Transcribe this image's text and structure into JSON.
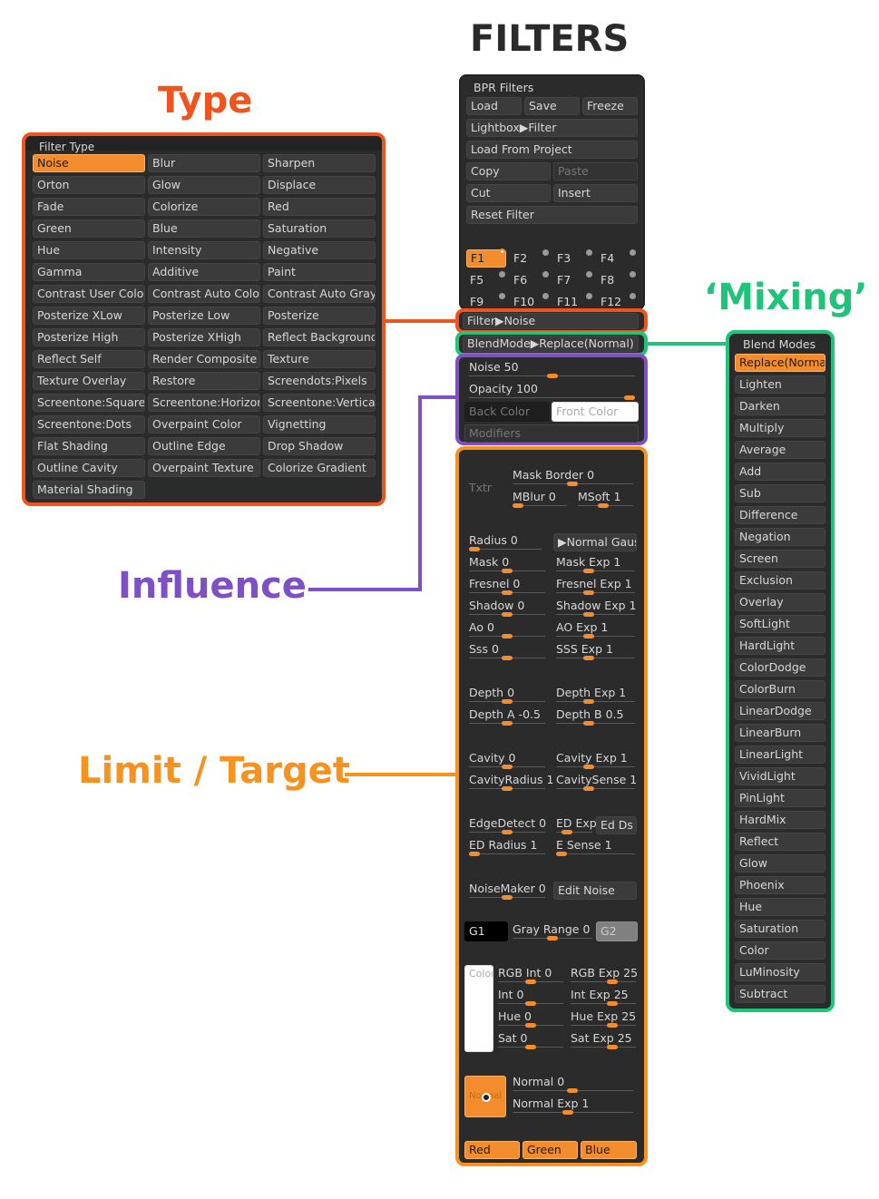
{
  "headings": {
    "filters": "FILTERS",
    "type": "Type",
    "mixing": "‘Mixing’",
    "influence": "Influence",
    "limit_target": "Limit / Target"
  },
  "colors": {
    "type_orange": "#f0541e",
    "mixing_green": "#1fc47a",
    "influence_purple": "#7e4fc6",
    "limit_orange": "#f7921e",
    "selected_button": "#f28c2c"
  },
  "filter_type": {
    "title": "Filter Type",
    "items": [
      "Noise",
      "Blur",
      "Sharpen",
      "Orton",
      "Glow",
      "Displace",
      "Fade",
      "Colorize",
      "Red",
      "Green",
      "Blue",
      "Saturation",
      "Hue",
      "Intensity",
      "Negative",
      "Gamma",
      "Additive",
      "Paint",
      "Contrast User Color",
      "Contrast Auto Color",
      "Contrast Auto Gray",
      "Posterize XLow",
      "Posterize Low",
      "Posterize",
      "Posterize High",
      "Posterize XHigh",
      "Reflect Background",
      "Reflect Self",
      "Render Composite",
      "Texture",
      "Texture Overlay",
      "Restore",
      "Screendots:Pixels",
      "Screentone:Square",
      "Screentone:Horizontal",
      "Screentone:Vertical",
      "Screentone:Dots",
      "Overpaint Color",
      "Vignetting",
      "Flat Shading",
      "Outline Edge",
      "Drop Shadow",
      "Outline Cavity",
      "Overpaint Texture",
      "Colorize Gradient",
      "Material Shading"
    ],
    "selected": "Noise"
  },
  "bpr": {
    "title": "BPR Filters",
    "load": "Load",
    "save": "Save",
    "freeze": "Freeze",
    "lightbox": "Lightbox▶Filter",
    "load_project": "Load From Project",
    "copy": "Copy",
    "paste": "Paste",
    "cut": "Cut",
    "insert": "Insert",
    "reset": "Reset Filter",
    "slots": [
      "F1",
      "F2",
      "F3",
      "F4",
      "F5",
      "F6",
      "F7",
      "F8",
      "F9",
      "F10",
      "F11",
      "F12"
    ],
    "selected_slot": "F1",
    "filter": "Filter▶Noise",
    "blendmode": "BlendMode▶Replace(Normal)"
  },
  "influence": {
    "noise_label": "Noise",
    "noise_value": "50",
    "noise_level": 0.5,
    "opacity_label": "Opacity",
    "opacity_value": "100",
    "opacity_level": 1.0,
    "back_color": "Back Color",
    "front_color": "Front Color",
    "modifiers": "Modifiers"
  },
  "limit": {
    "txtr": "Txtr",
    "mask_border": "Mask Border",
    "mask_border_v": "0",
    "mblur": "MBlur",
    "mblur_v": "0",
    "msoft": "MSoft",
    "msoft_v": "1",
    "radius": "Radius",
    "radius_v": "0",
    "normal_gauss": "▶Normal Gauss",
    "mask": "Mask",
    "mask_v": "0",
    "mask_exp": "Mask Exp",
    "mask_exp_v": "1",
    "fresnel": "Fresnel",
    "fresnel_v": "0",
    "fresnel_exp": "Fresnel Exp",
    "fresnel_exp_v": "1",
    "shadow": "Shadow",
    "shadow_v": "0",
    "shadow_exp": "Shadow Exp",
    "shadow_exp_v": "1",
    "ao": "Ao",
    "ao_v": "0",
    "ao_exp": "AO Exp",
    "ao_exp_v": "1",
    "sss": "Sss",
    "sss_v": "0",
    "sss_exp": "SSS Exp",
    "sss_exp_v": "1",
    "depth": "Depth",
    "depth_v": "0",
    "depth_exp": "Depth Exp",
    "depth_exp_v": "1",
    "depth_a": "Depth A",
    "depth_a_v": "-0.5",
    "depth_b": "Depth B",
    "depth_b_v": "0.5",
    "cavity": "Cavity",
    "cavity_v": "0",
    "cavity_exp": "Cavity Exp",
    "cavity_exp_v": "1",
    "cavity_radius": "CavityRadius",
    "cavity_radius_v": "1",
    "cavity_sense": "CavitySense",
    "cavity_sense_v": "1",
    "edge_detect": "EdgeDetect",
    "edge_detect_v": "0",
    "ed_exp": "ED Exp",
    "ed_ds": "Ed Ds",
    "ed_radius": "ED Radius",
    "ed_radius_v": "1",
    "e_sense": "E Sense",
    "e_sense_v": "1",
    "noise_maker": "NoiseMaker",
    "noise_maker_v": "0",
    "edit_noise": "Edit Noise",
    "g1": "G1",
    "gray_range": "Gray Range",
    "gray_range_v": "0",
    "g2": "G2",
    "color": "Color",
    "rgb_int": "RGB Int",
    "rgb_int_v": "0",
    "rgb_exp": "RGB Exp",
    "rgb_exp_v": "25",
    "int": "Int",
    "int_v": "0",
    "int_exp": "Int Exp",
    "int_exp_v": "25",
    "hue": "Hue",
    "hue_v": "0",
    "hue_exp": "Hue Exp",
    "hue_exp_v": "25",
    "sat": "Sat",
    "sat_v": "0",
    "sat_exp": "Sat Exp",
    "sat_exp_v": "25",
    "normal_swatch": "Normal",
    "normal": "Normal",
    "normal_v": "0",
    "normal_exp": "Normal Exp",
    "normal_exp_v": "1",
    "red": "Red",
    "green": "Green",
    "blue": "Blue"
  },
  "blend_modes": {
    "title": "Blend Modes",
    "items": [
      "Replace(Normal)",
      "Lighten",
      "Darken",
      "Multiply",
      "Average",
      "Add",
      "Sub",
      "Difference",
      "Negation",
      "Screen",
      "Exclusion",
      "Overlay",
      "SoftLight",
      "HardLight",
      "ColorDodge",
      "ColorBurn",
      "LinearDodge",
      "LinearBurn",
      "LinearLight",
      "VividLight",
      "PinLight",
      "HardMix",
      "Reflect",
      "Glow",
      "Phoenix",
      "Hue",
      "Saturation",
      "Color",
      "LuMinosity",
      "Subtract"
    ],
    "selected": "Replace(Normal)"
  }
}
